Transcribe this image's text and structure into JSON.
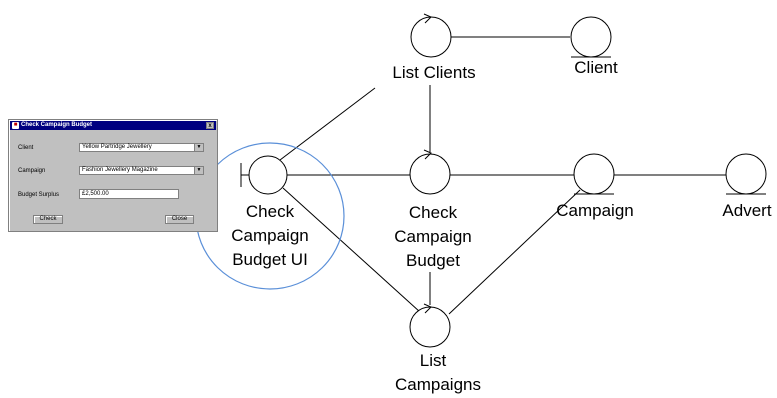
{
  "dialog": {
    "title": "Check Campaign Budget",
    "close_glyph": "x",
    "client_label": "Client",
    "client_value": "Yellow Partridge Jewellery",
    "campaign_label": "Campaign",
    "campaign_value": "Fashion Jewellery Magazine",
    "budget_label": "Budget Surplus",
    "budget_value": "£2,500.00",
    "check_button": "Check",
    "close_button": "Close"
  },
  "nodes": {
    "list_clients": "List Clients",
    "client": "Client",
    "ui_line1": "Check",
    "ui_line2": "Campaign",
    "ui_line3": "Budget UI",
    "ccb_line1": "Check",
    "ccb_line2": "Campaign",
    "ccb_line3": "Budget",
    "campaign": "Campaign",
    "advert": "Advert",
    "lc_line1": "List",
    "lc_line2": "Campaigns"
  },
  "colors": {
    "highlight": "#5a8fd8",
    "arrow": "#2f6fdc",
    "stroke": "#000000",
    "titlebar": "#000080"
  }
}
